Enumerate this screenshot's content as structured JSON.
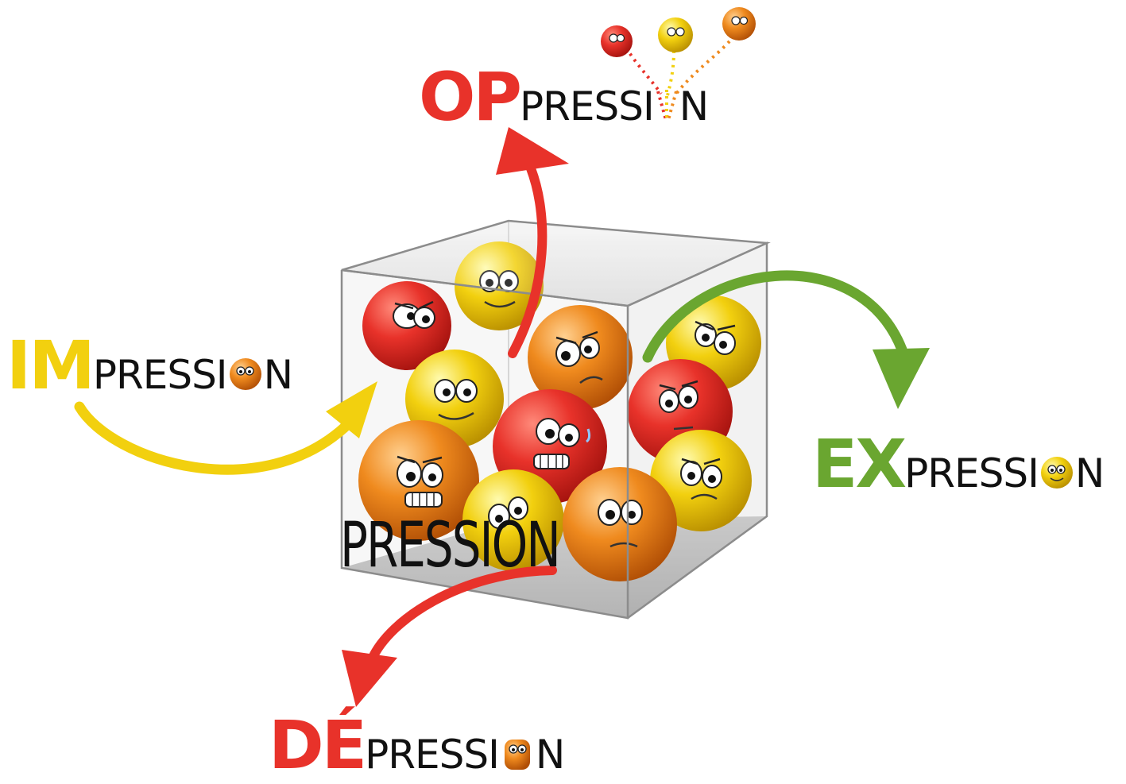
{
  "colors": {
    "red": "#e8322a",
    "yellow": "#f2d00f",
    "green": "#6aa630",
    "orange": "#ef8a1e",
    "text": "#111111"
  },
  "words": {
    "impression": {
      "prefix": "IM",
      "middle": "PRESSI",
      "last": "N",
      "color": "#f2d00f",
      "icon": "orange-smiley-ball-icon"
    },
    "oppression": {
      "prefix": "OP",
      "middle": "PRESSI",
      "last": "N",
      "color": "#e8322a",
      "icon": "split-dotted-o-icon"
    },
    "expression": {
      "prefix": "EX",
      "middle": "PRESSI",
      "last": "N",
      "color": "#6aa630",
      "icon": "yellow-smiley-ball-icon"
    },
    "depression": {
      "prefix": "DÉ",
      "middle": "PRESSI",
      "last": "N",
      "color": "#e8322a",
      "icon": "squashed-orange-ball-icon"
    }
  },
  "box": {
    "label": "PRESSION"
  }
}
